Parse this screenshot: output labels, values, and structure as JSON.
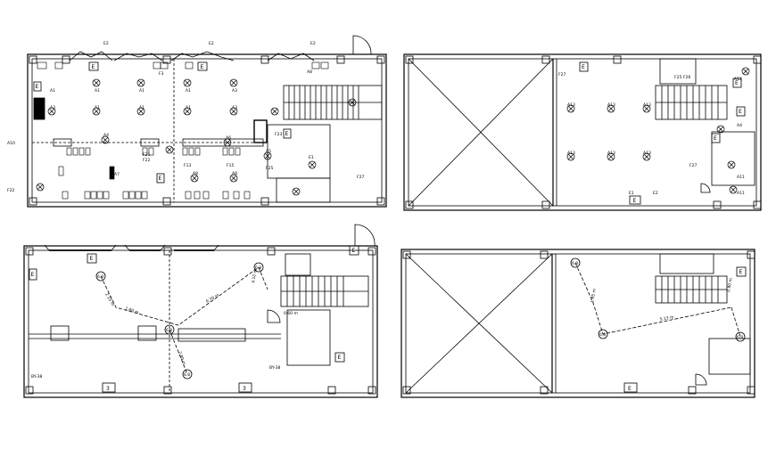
{
  "plan_top_left": {
    "fixture_labels": [
      "A1",
      "A1",
      "A1",
      "A1",
      "A3",
      "A1",
      "A1",
      "A3",
      "A1",
      "A3",
      "A4",
      "A6",
      "A5",
      "A8",
      "A8",
      "A8",
      "A10",
      "F21",
      "F22",
      "F23",
      "F25",
      "F27",
      "F3",
      "F13",
      "F15",
      "A7",
      "E1",
      "E2",
      "E2",
      "E2"
    ],
    "tags": [
      "A10",
      "F22"
    ],
    "box_labels": [
      "E",
      "E",
      "E",
      "E",
      "E"
    ]
  },
  "plan_top_right": {
    "fixture_labels": [
      "A13",
      "A13",
      "A13",
      "A13",
      "A13",
      "A13",
      "A13",
      "A13",
      "F27",
      "F25",
      "F26",
      "A4",
      "A11",
      "A11",
      "A12",
      "E1",
      "E2",
      "F27"
    ],
    "box_labels": [
      "E",
      "E",
      "E",
      "E",
      "E"
    ]
  },
  "plan_bottom_left": {
    "box_labels": [
      "E",
      "E",
      "E",
      "E",
      "3",
      "3"
    ],
    "emitters": [
      "6.8",
      "6.8",
      "6.8",
      "6.8"
    ],
    "dimensions": [
      "2.15 m",
      "1.80 m",
      "0.60 m",
      "4.10 m",
      "6.70 m",
      "2.80 m"
    ],
    "notes": [
      "BY-38",
      "BY-38"
    ]
  },
  "plan_bottom_right": {
    "box_labels": [
      "E",
      "E"
    ],
    "emitters": [
      "6.8",
      "6.8",
      "6.8"
    ],
    "dimensions": [
      "1.95 m",
      "5.13 m",
      "0.90 m"
    ]
  }
}
